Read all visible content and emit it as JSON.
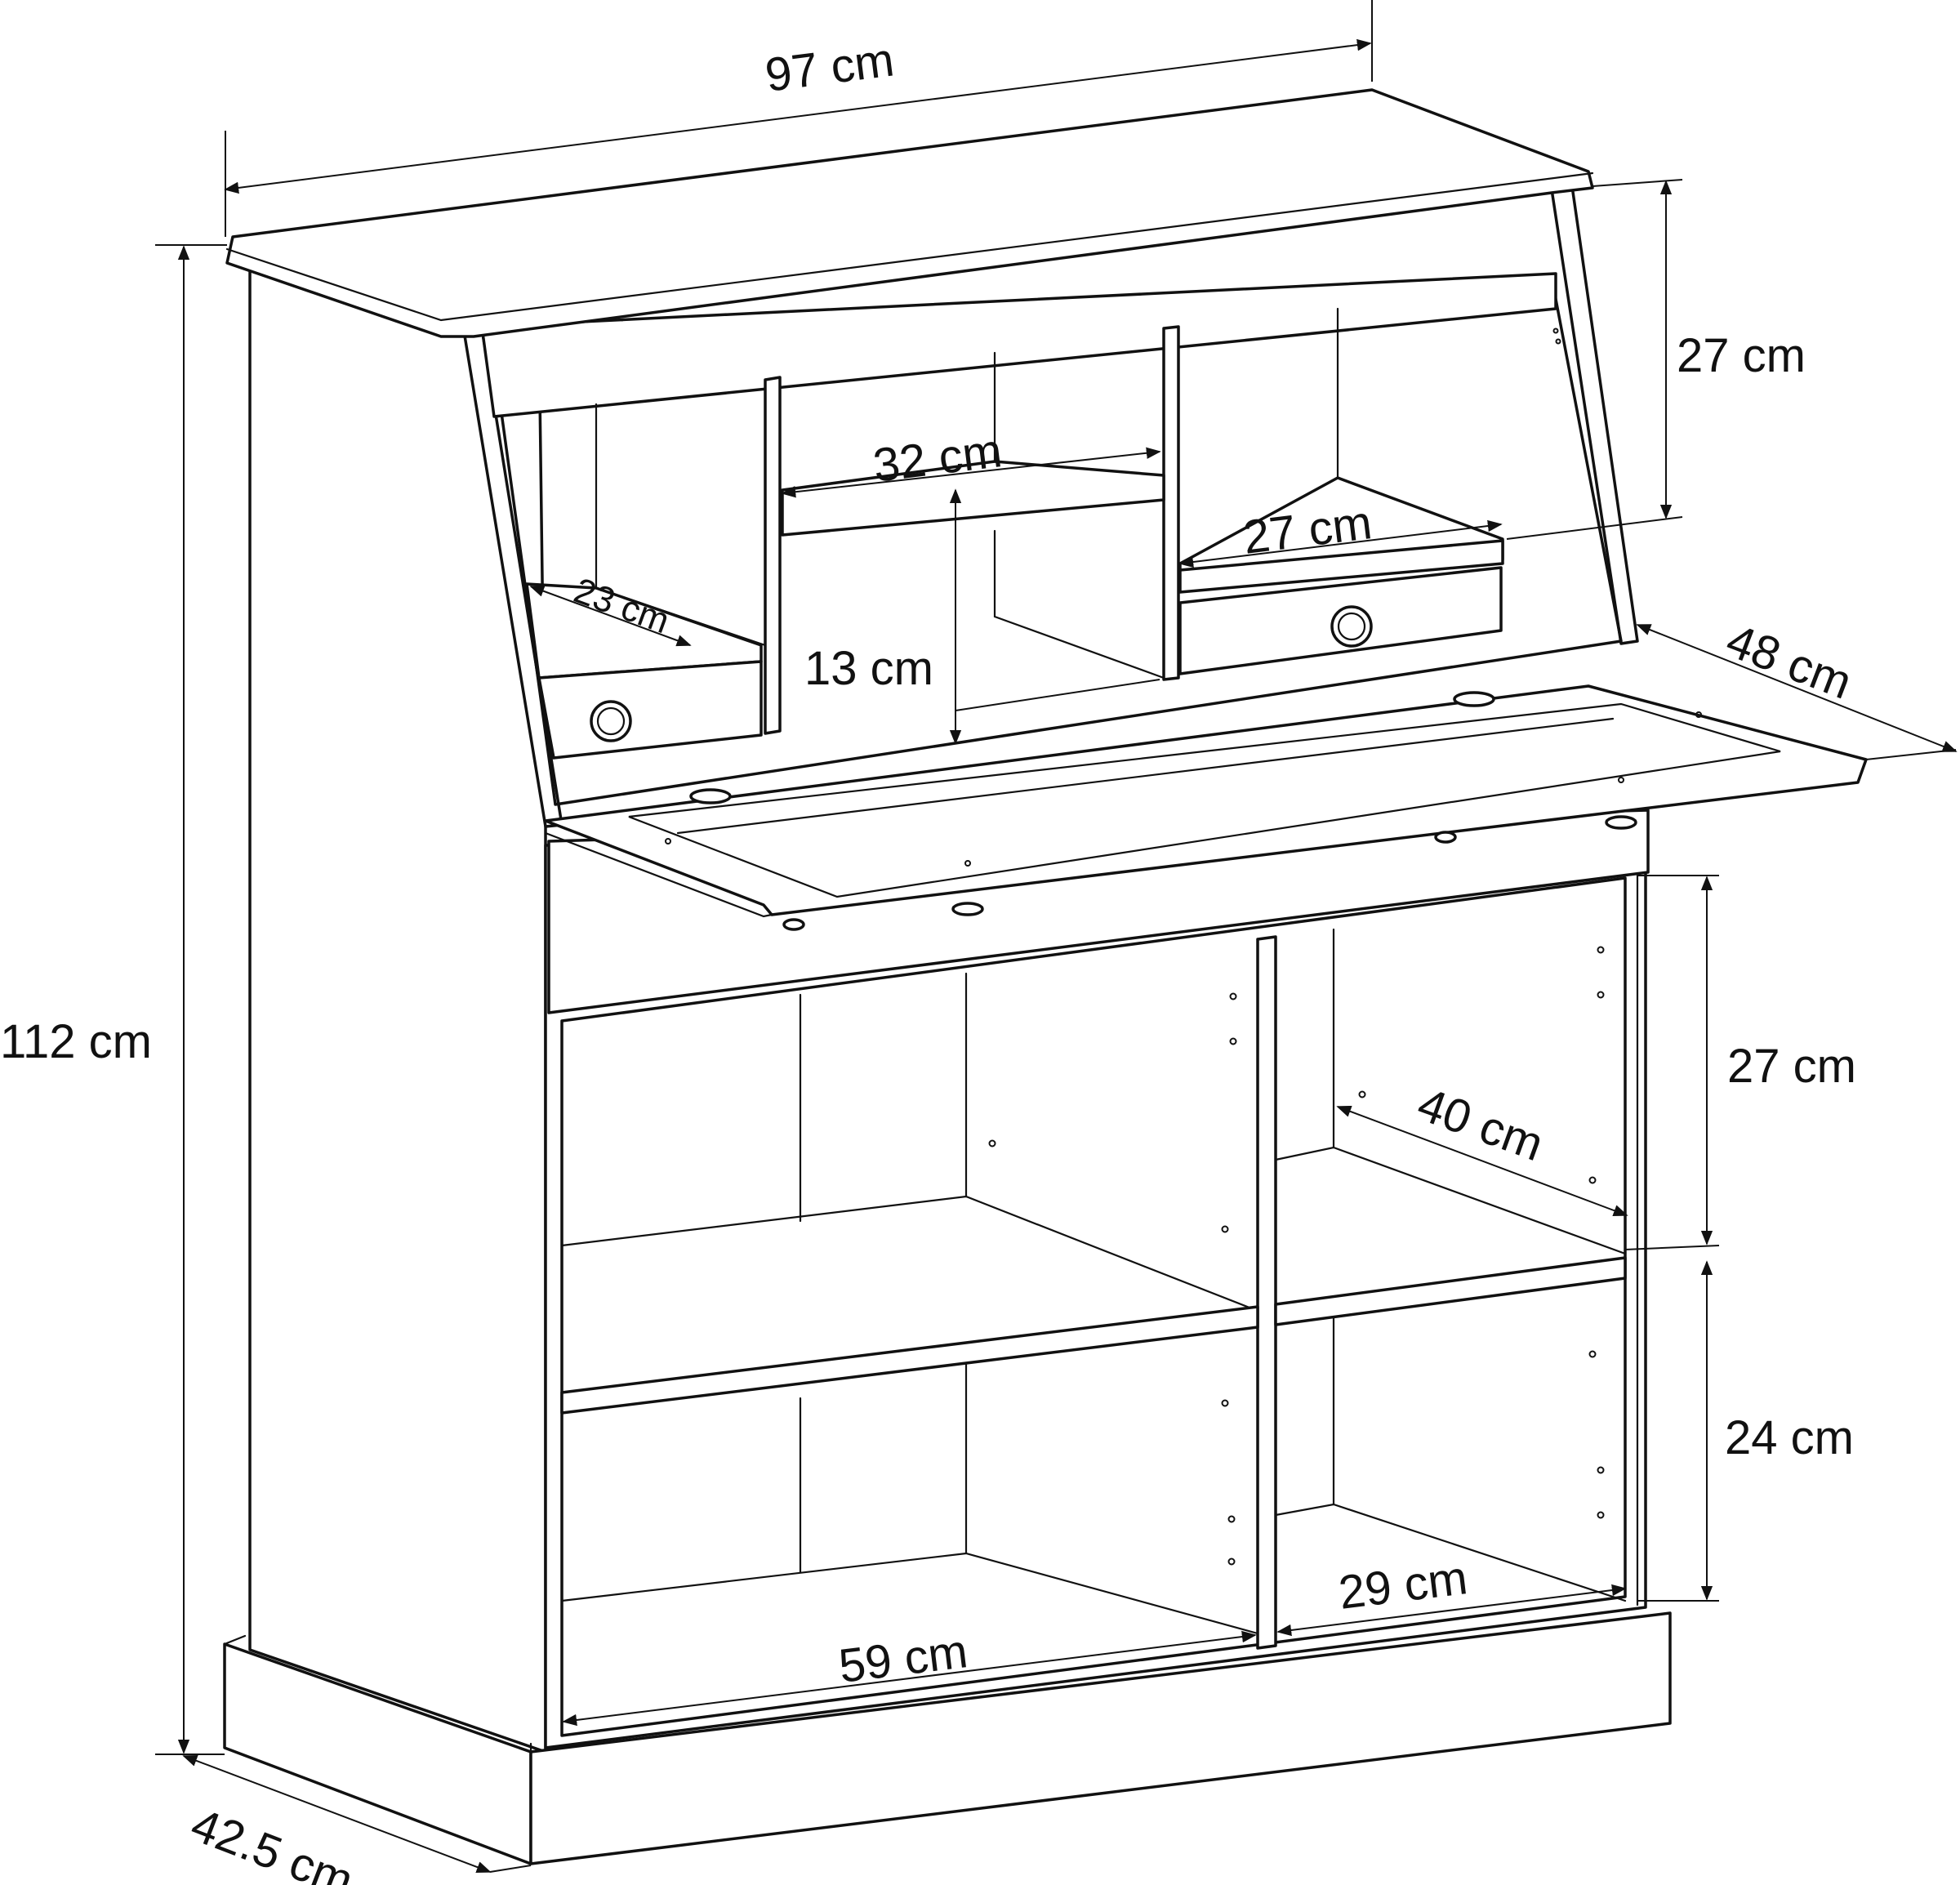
{
  "diagram": {
    "subject": "bureau",
    "line_color": "#111111",
    "background": "#ffffff"
  },
  "dimensions": {
    "width": "97 cm",
    "height": "112 cm",
    "depth": "42.5 cm",
    "top_section_height": "27 cm",
    "flap_depth": "48 cm",
    "middle_shelf_width": "32 cm",
    "right_drawer_width": "27 cm",
    "left_drawer_depth": "23 cm",
    "middle_compartment_height": "13 cm",
    "upper_shelf_height": "27 cm",
    "shelf_depth": "40 cm",
    "lower_shelf_height": "24 cm",
    "right_compartment_width": "29 cm",
    "left_compartment_width": "59 cm"
  }
}
